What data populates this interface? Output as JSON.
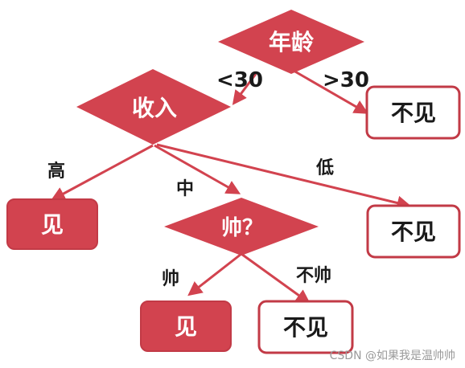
{
  "nodes": {
    "age": "年龄",
    "income": "收入",
    "handsome": "帅？",
    "no_meet_age": "不见",
    "meet_high": "见",
    "no_meet_low": "不见",
    "meet_handsome": "见",
    "no_meet_not_handsome": "不见"
  },
  "edges": {
    "lt30": "<30",
    "gt30": ">30",
    "high": "高",
    "mid": "中",
    "low": "低",
    "handsome_yes": "帅",
    "handsome_no": "不帅"
  },
  "colors": {
    "accent": "#d2434f",
    "text": "#1a1a1a",
    "white": "#ffffff"
  },
  "watermark": "CSDN @如果我是温帅帅"
}
